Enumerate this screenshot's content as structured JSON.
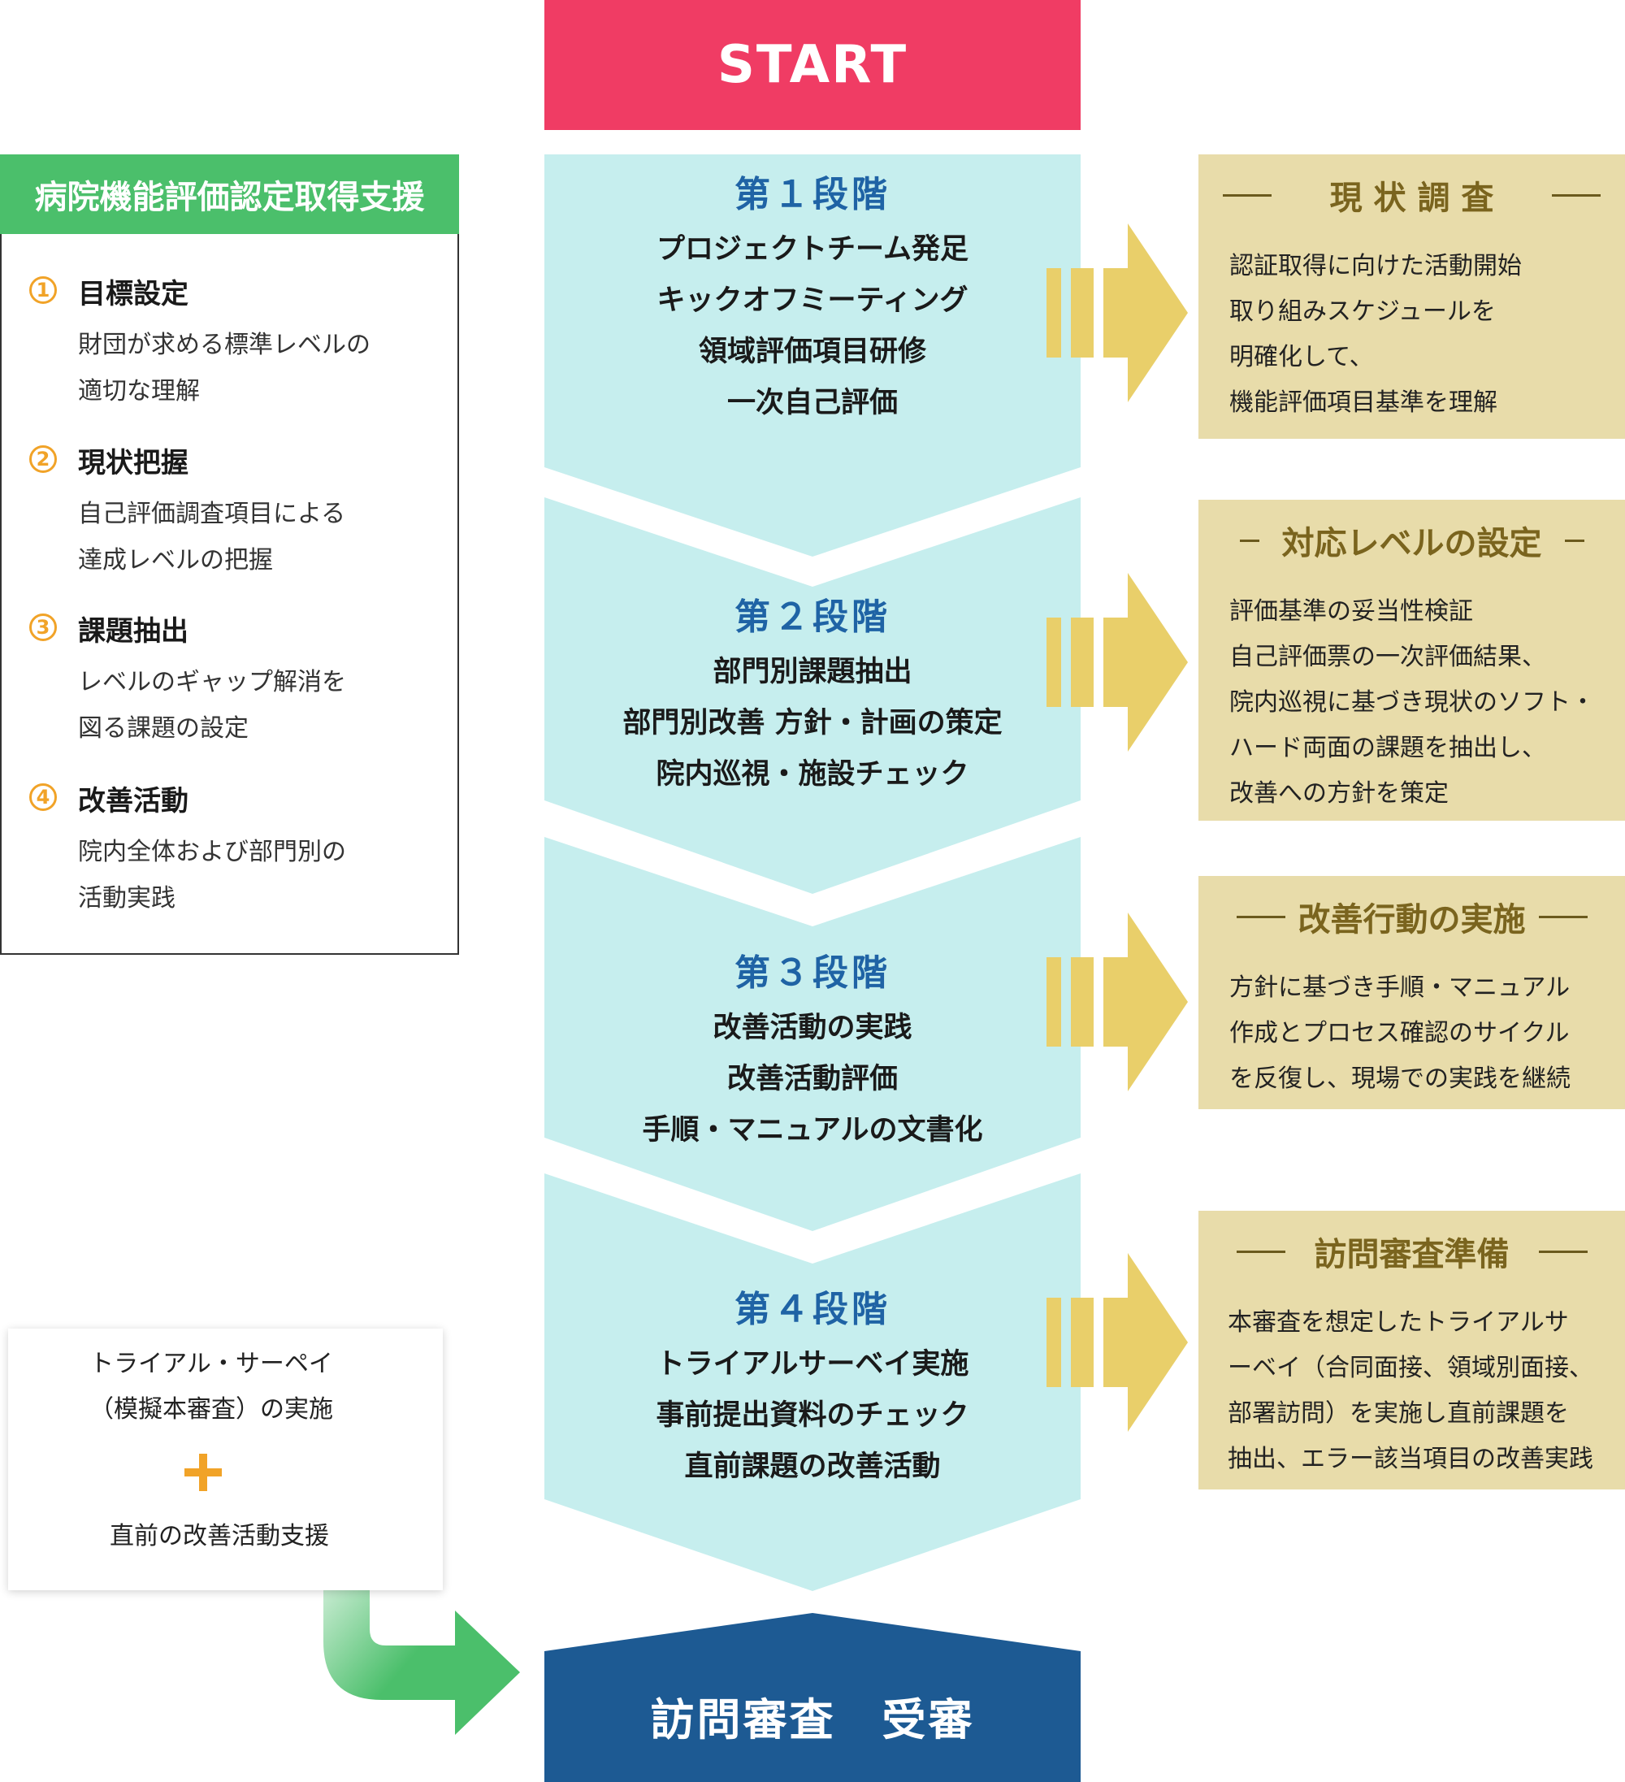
{
  "colors": {
    "start_red": "#f03c64",
    "stage_bg": "#c6eeee",
    "stage_title": "#1f63a5",
    "arrow_yellow": "#e9cf6a",
    "info_bg": "#e8dcaa",
    "info_title": "#7a641e",
    "support_green": "#4bbf6b",
    "number_orange": "#f1a328",
    "final_navy": "#1d5a93",
    "flow_arrow_green": "#4bbf6b"
  },
  "start": {
    "label": "START"
  },
  "stages": [
    {
      "title": "第１段階",
      "lines": [
        "プロジェクトチーム発足",
        "キックオフミーティング",
        "領域評価項目研修",
        "一次自己評価"
      ]
    },
    {
      "title": "第２段階",
      "lines": [
        "部門別課題抽出",
        "部門別改善 方針・計画の策定",
        "院内巡視・施設チェック"
      ]
    },
    {
      "title": "第３段階",
      "lines": [
        "改善活動の実践",
        "改善活動評価",
        "手順・マニュアルの文書化"
      ]
    },
    {
      "title": "第４段階",
      "lines": [
        "トライアルサーベイ実施",
        "事前提出資料のチェック",
        "直前課題の改善活動"
      ]
    }
  ],
  "support": {
    "title": "病院機能評価認定取得支援",
    "items": [
      {
        "num": "1",
        "title": "目標設定",
        "lines": [
          "財団が求める標準レベルの",
          "適切な理解"
        ]
      },
      {
        "num": "2",
        "title": "現状把握",
        "lines": [
          "自己評価調査項目による",
          "達成レベルの把握"
        ]
      },
      {
        "num": "3",
        "title": "課題抽出",
        "lines": [
          "レベルのギャップ解消を",
          "図る課題の設定"
        ]
      },
      {
        "num": "4",
        "title": "改善活動",
        "lines": [
          "院内全体および部門別の",
          "活動実践"
        ]
      }
    ]
  },
  "info_boxes": [
    {
      "title": "現 状 調 査",
      "lines": [
        "認証取得に向けた活動開始",
        "取り組みスケジュールを",
        "明確化して、",
        "機能評価項目基準を理解"
      ]
    },
    {
      "title": "対応レベルの設定",
      "lines": [
        "評価基準の妥当性検証",
        "自己評価票の一次評価結果、",
        "院内巡視に基づき現状のソフト・",
        "ハード両面の課題を抽出し、",
        "改善への方針を策定"
      ]
    },
    {
      "title": "改善行動の実施",
      "lines": [
        "方針に基づき手順・マニュアル",
        "作成とプロセス確認のサイクル",
        "を反復し、現場での実践を継続"
      ]
    },
    {
      "title": "訪問審査準備",
      "lines": [
        "本審査を想定したトライアルサ",
        "ーベイ（合同面接、領域別面接、",
        "部署訪問）を実施し直前課題を",
        "抽出、エラー該当項目の改善実践"
      ]
    }
  ],
  "trial": {
    "line1": "トライアル・サーペイ",
    "line2": "（模擬本審査）の実施",
    "line3": "直前の改善活動支援"
  },
  "final": {
    "label": "訪問審査　受審"
  }
}
